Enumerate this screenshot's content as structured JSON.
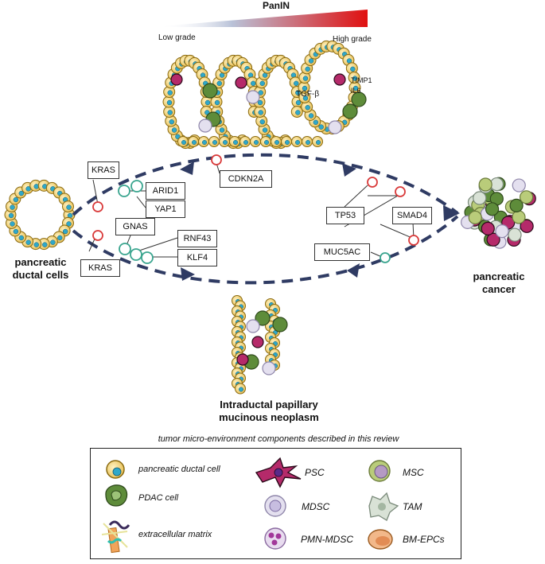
{
  "panin": {
    "title": "PanIN",
    "low": "Low grade",
    "high": "High grade"
  },
  "factors": {
    "tgf": "TGF-β",
    "timp": "TIMP1",
    "il6": "IL6"
  },
  "genes": {
    "kras_top": "KRAS",
    "kras_bottom": "KRAS",
    "arid1": "ARID1",
    "yap1": "YAP1",
    "gnas": "GNAS",
    "rnf43": "RNF43",
    "klf4": "KLF4",
    "cdkn2a": "CDKN2A",
    "tp53": "TP53",
    "smad4": "SMAD4",
    "muc5ac": "MUC5AC"
  },
  "labels": {
    "ductal": "pancreatic\nductal cells",
    "cancer": "pancreatic\ncancer",
    "ipmn": "Intraductal papillary\nmucinous neoplasm"
  },
  "legend": {
    "heading": "tumor micro-environment components described in this review",
    "ductal_cell": "pancreatic ductal cell",
    "pdac_cell": "PDAC cell",
    "ecm": "extracellular matrix",
    "psc": "PSC",
    "mdsc": "MDSC",
    "pmn_mdsc": "PMN-MDSC",
    "msc": "MSC",
    "tam": "TAM",
    "bm_epcs": "BM-EPCs"
  },
  "colors": {
    "duct_fill": "#f3d98a",
    "duct_outline": "#8a6a10",
    "nucleus": "#2fa8c9",
    "arrow": "#2f3b63",
    "red_marker": "#d93a3a",
    "teal_marker": "#3aa58f",
    "pdac": "#5e8c3a",
    "psc": "#b52a6a",
    "gradient_end": "#e01010"
  }
}
